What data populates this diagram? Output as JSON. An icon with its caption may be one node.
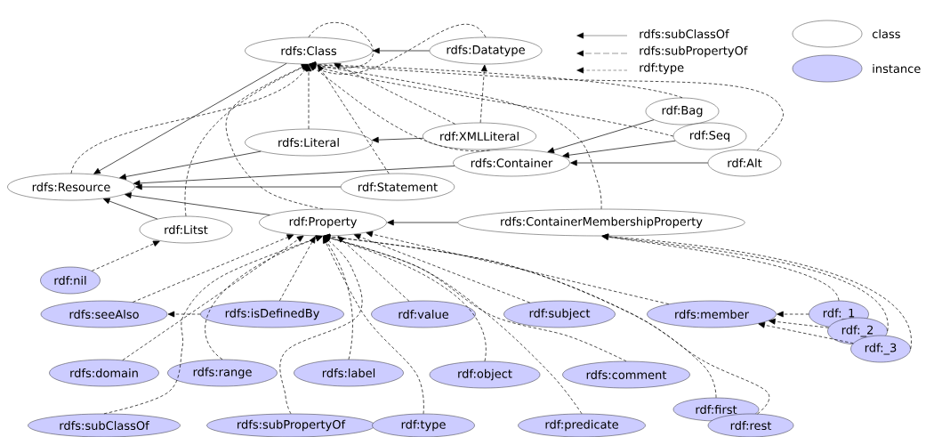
{
  "diagram": {
    "nodes": [
      {
        "text": [
          "rdfs:Class"
        ]
      },
      {
        "text": [
          "rdfs:Datatype"
        ]
      },
      {
        "text": [
          "rdfs:Resource"
        ]
      },
      {
        "text": [
          "rdfs:Literal"
        ]
      },
      {
        "text": [
          "rdf:XMLLiteral"
        ]
      },
      {
        "text": [
          "rdfs:Container"
        ]
      },
      {
        "text": [
          "rdf:Bag"
        ]
      },
      {
        "text": [
          "rdf:Seq"
        ]
      },
      {
        "text": [
          "rdf:Alt"
        ]
      },
      {
        "text": [
          "rdf:Statement"
        ]
      },
      {
        "text": [
          "rdf:Property"
        ]
      },
      {
        "text": [
          "rdf:Litst"
        ]
      },
      {
        "text": [
          "rdfs:ContainerMembershipProperty"
        ]
      },
      {
        "text": [
          "rdf:nil"
        ]
      },
      {
        "text": [
          "rdfs:seeAlso"
        ]
      },
      {
        "text": [
          "rdfs:isDefinedBy"
        ]
      },
      {
        "text": [
          "rdf:value"
        ]
      },
      {
        "text": [
          "rdf:subject"
        ]
      },
      {
        "text": [
          "rdfs:member"
        ]
      },
      {
        "text": [
          "rdf:_1"
        ]
      },
      {
        "text": [
          "rdf:_2"
        ]
      },
      {
        "text": [
          "rdf:_3"
        ]
      },
      {
        "text": [
          "rdfs:domain"
        ]
      },
      {
        "text": [
          "rdfs:range"
        ]
      },
      {
        "text": [
          "rdfs:label"
        ]
      },
      {
        "text": [
          "rdf:object"
        ]
      },
      {
        "text": [
          "rdfs:comment"
        ]
      },
      {
        "text": [
          "rdf:first"
        ]
      },
      {
        "text": [
          "rdf:rest"
        ]
      },
      {
        "text": [
          "rdfs:subClassOf"
        ]
      },
      {
        "text": [
          "rdfs:subPropertyOf"
        ]
      },
      {
        "text": [
          "rdf:type"
        ]
      },
      {
        "text": [
          "rdf:predicate"
        ]
      }
    ],
    "edges": [
      {
        "from": 0,
        "to": 2,
        "arrow": "to"
      },
      {
        "from": 1,
        "to": 0,
        "arrow": "to"
      },
      {
        "from": 3,
        "to": 2,
        "arrow": "to"
      },
      {
        "from": 4,
        "to": 3,
        "arrow": "to"
      },
      {
        "from": 5,
        "to": 2,
        "arrow": "to"
      },
      {
        "from": 9,
        "to": 2,
        "arrow": "to"
      },
      {
        "from": 10,
        "to": 2,
        "arrow": "to"
      },
      {
        "from": 11,
        "to": 2,
        "arrow": "to"
      },
      {
        "from": 6,
        "to": 5,
        "arrow": "to"
      },
      {
        "from": 7,
        "to": 5,
        "arrow": "to"
      },
      {
        "from": 8,
        "to": 5,
        "arrow": "to"
      },
      {
        "from": 12,
        "to": 10,
        "arrow": "to"
      },
      {
        "from": 15,
        "to": 14,
        "arrow": "to",
        "style": "dashed"
      },
      {
        "from": 19,
        "to": 18,
        "arrow": "to",
        "style": "dashed"
      },
      {
        "from": 20,
        "to": 18,
        "arrow": "to",
        "style": "dashed"
      },
      {
        "from": 21,
        "to": 18,
        "arrow": "to",
        "style": "dashed"
      },
      {
        "from": 0,
        "to": 0,
        "arrow": "to",
        "style": "dashed"
      },
      {
        "from": 1,
        "to": 0,
        "arrow": "to",
        "style": "dashed"
      },
      {
        "from": 2,
        "to": 0,
        "arrow": "to",
        "style": "dashed"
      },
      {
        "from": 3,
        "to": 0,
        "arrow": "to",
        "style": "dashed"
      },
      {
        "from": 4,
        "to": 0,
        "arrow": "to",
        "style": "dashed"
      },
      {
        "from": 4,
        "to": 1,
        "arrow": "to",
        "style": "dashed"
      },
      {
        "from": 5,
        "to": 0,
        "arrow": "to",
        "style": "dashed"
      },
      {
        "from": 9,
        "to": 0,
        "arrow": "to",
        "style": "dashed"
      },
      {
        "from": 10,
        "to": 0,
        "arrow": "to",
        "style": "dashed"
      },
      {
        "from": 11,
        "to": 0,
        "arrow": "to",
        "style": "dashed"
      },
      {
        "from": 6,
        "to": 0,
        "arrow": "to",
        "style": "dashed"
      },
      {
        "from": 7,
        "to": 0,
        "arrow": "to",
        "style": "dashed"
      },
      {
        "from": 8,
        "to": 0,
        "arrow": "to",
        "style": "dashed"
      },
      {
        "from": 12,
        "to": 0,
        "arrow": "to",
        "style": "dashed"
      },
      {
        "from": 13,
        "to": 11,
        "arrow": "to",
        "style": "dashed"
      },
      {
        "from": 14,
        "to": 10,
        "arrow": "to",
        "style": "dashed"
      },
      {
        "from": 15,
        "to": 10,
        "arrow": "to",
        "style": "dashed"
      },
      {
        "from": 16,
        "to": 10,
        "arrow": "to",
        "style": "dashed"
      },
      {
        "from": 17,
        "to": 10,
        "arrow": "to",
        "style": "dashed"
      },
      {
        "from": 18,
        "to": 10,
        "arrow": "to",
        "style": "dashed"
      },
      {
        "from": 22,
        "to": 10,
        "arrow": "to",
        "style": "dashed"
      },
      {
        "from": 23,
        "to": 10,
        "arrow": "to",
        "style": "dashed"
      },
      {
        "from": 24,
        "to": 10,
        "arrow": "to",
        "style": "dashed"
      },
      {
        "from": 25,
        "to": 10,
        "arrow": "to",
        "style": "dashed"
      },
      {
        "from": 26,
        "to": 10,
        "arrow": "to",
        "style": "dashed"
      },
      {
        "from": 27,
        "to": 10,
        "arrow": "to",
        "style": "dashed"
      },
      {
        "from": 28,
        "to": 10,
        "arrow": "to",
        "style": "dashed"
      },
      {
        "from": 29,
        "to": 10,
        "arrow": "to",
        "style": "dashed"
      },
      {
        "from": 30,
        "to": 10,
        "arrow": "to",
        "style": "dashed"
      },
      {
        "from": 31,
        "to": 10,
        "arrow": "to",
        "style": "dashed"
      },
      {
        "from": 32,
        "to": 10,
        "arrow": "to",
        "style": "dashed"
      },
      {
        "from": 19,
        "to": 12,
        "arrow": "to",
        "style": "dashed"
      },
      {
        "from": 20,
        "to": 12,
        "arrow": "to",
        "style": "dashed"
      },
      {
        "from": 21,
        "to": 12,
        "arrow": "to",
        "style": "dashed"
      }
    ],
    "legend": [
      {
        "text": "rdfs:subClassOf"
      },
      {
        "text": "rdfs:subPropertyOf"
      },
      {
        "text": "rdf:type"
      },
      {
        "text": "class"
      },
      {
        "text": "instance",
        "color": "#ccccff"
      }
    ]
  }
}
